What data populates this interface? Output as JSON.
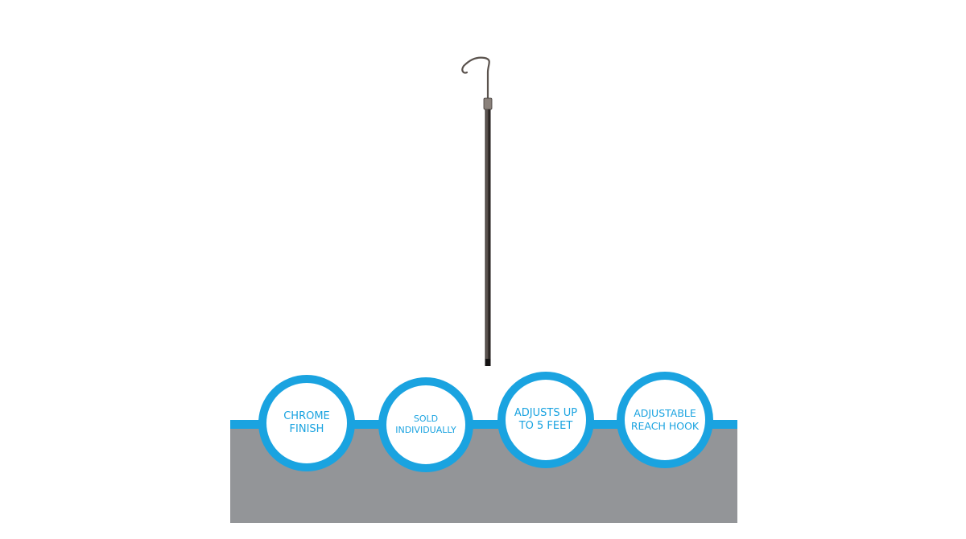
{
  "product": {
    "name_icon": "reach-hook-pole"
  },
  "colors": {
    "accent": "#1aa3e0",
    "banner": "#939598",
    "background": "#ffffff"
  },
  "features": [
    {
      "label": "CHROME\nFINISH"
    },
    {
      "label": "SOLD\nINDIVIDUALLY"
    },
    {
      "label": "ADJUSTS UP\nTO 5 FEET"
    },
    {
      "label": "ADJUSTABLE\nREACH HOOK"
    }
  ]
}
